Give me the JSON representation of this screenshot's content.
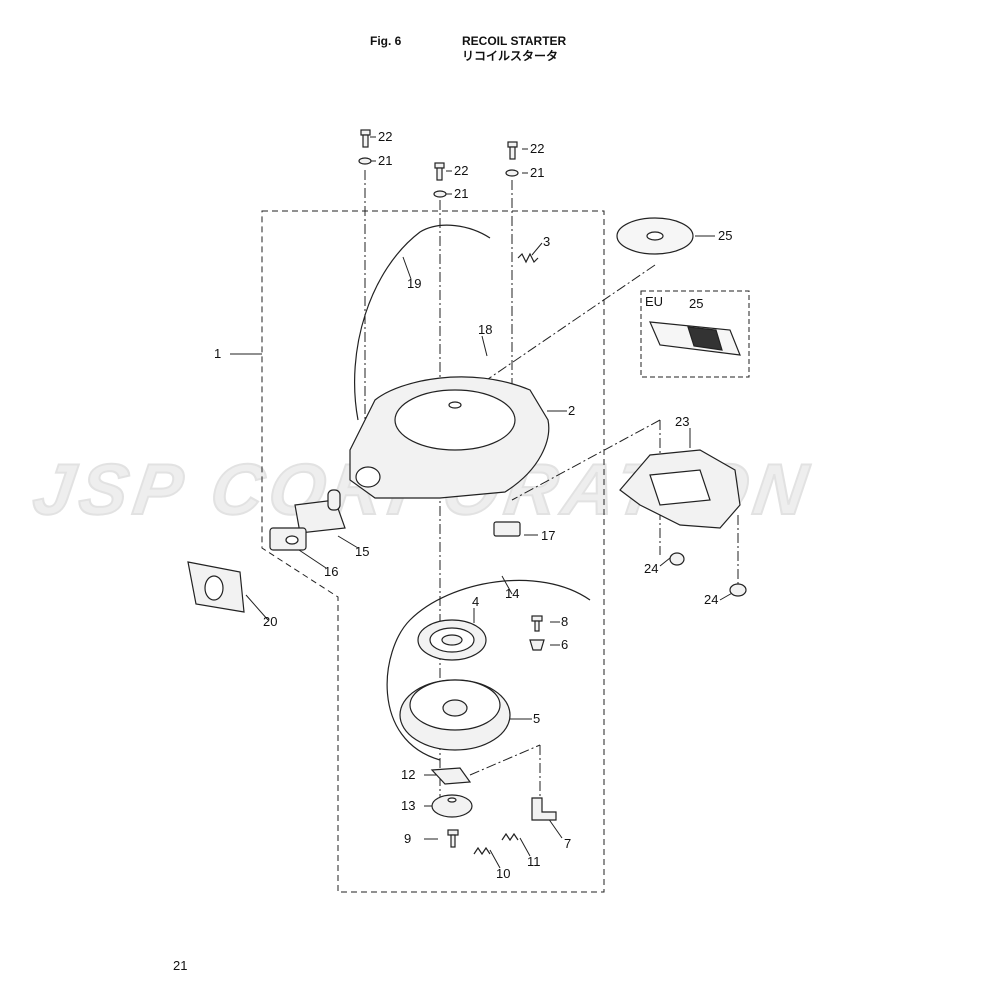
{
  "header": {
    "fig": "Fig. 6",
    "title_en": "RECOIL STARTER",
    "title_jp": "リコイルスタータ"
  },
  "watermark": "JSP CORPORATION",
  "eu_box": {
    "label": "EU",
    "part": "25"
  },
  "callouts": {
    "c22a": "22",
    "c21a": "21",
    "c22b": "22",
    "c21b": "21",
    "c22c": "22",
    "c21c": "21",
    "c25": "25",
    "c3": "3",
    "c19": "19",
    "c1": "1",
    "c18": "18",
    "c2": "2",
    "c23": "23",
    "c17": "17",
    "c15": "15",
    "c16": "16",
    "c24a": "24",
    "c24b": "24",
    "c20": "20",
    "c14": "14",
    "c4": "4",
    "c8": "8",
    "c6": "6",
    "c5": "5",
    "c12": "12",
    "c13": "13",
    "c7": "7",
    "c9": "9",
    "c11": "11",
    "c10": "10"
  },
  "page_number": "21",
  "colors": {
    "line": "#222222",
    "fill": "#f2f2f2",
    "watermark": "#eeeeee"
  }
}
